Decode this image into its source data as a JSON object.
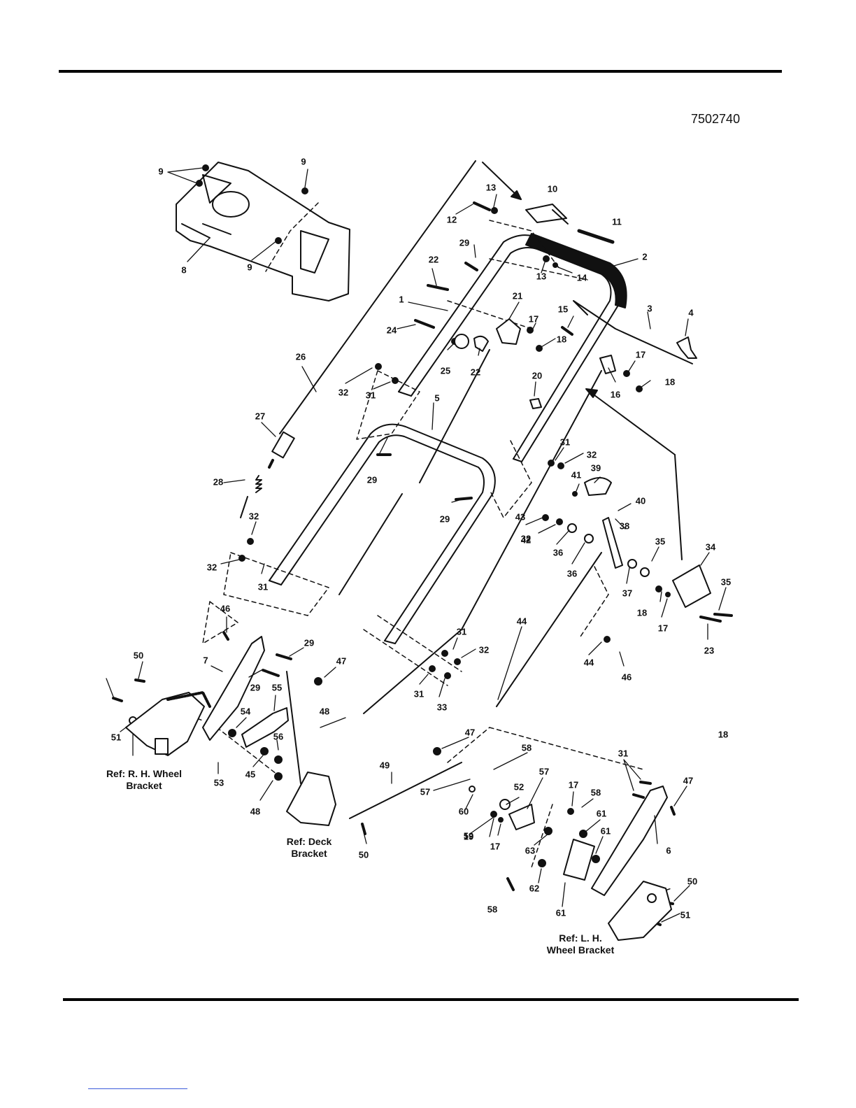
{
  "diagram_number": "7502740",
  "callouts": [
    "1",
    "2",
    "3",
    "4",
    "5",
    "6",
    "7",
    "8",
    "9",
    "9",
    "9",
    "10",
    "11",
    "12",
    "13",
    "13",
    "14",
    "15",
    "16",
    "17",
    "17",
    "17",
    "17",
    "17",
    "18",
    "18",
    "18",
    "18",
    "19",
    "20",
    "21",
    "22",
    "22",
    "23",
    "24",
    "25",
    "26",
    "27",
    "28",
    "29",
    "29",
    "29",
    "29",
    "29",
    "31",
    "31",
    "31",
    "31",
    "31",
    "31",
    "32",
    "32",
    "32",
    "32",
    "32",
    "32",
    "33",
    "34",
    "35",
    "35",
    "36",
    "36",
    "37",
    "38",
    "39",
    "40",
    "41",
    "42",
    "43",
    "44",
    "44",
    "45",
    "46",
    "46",
    "47",
    "47",
    "47",
    "48",
    "48",
    "49",
    "50",
    "50",
    "50",
    "51",
    "51",
    "52",
    "53",
    "54",
    "55",
    "56",
    "57",
    "57",
    "58",
    "58",
    "58",
    "59",
    "60",
    "61",
    "61",
    "61",
    "62",
    "63"
  ],
  "references": {
    "rh_wheel_bracket": "Ref: R. H. Wheel\nBracket",
    "deck_bracket": "Ref: Deck\nBracket",
    "lh_wheel_bracket": "Ref: L. H.\nWheel Bracket"
  }
}
